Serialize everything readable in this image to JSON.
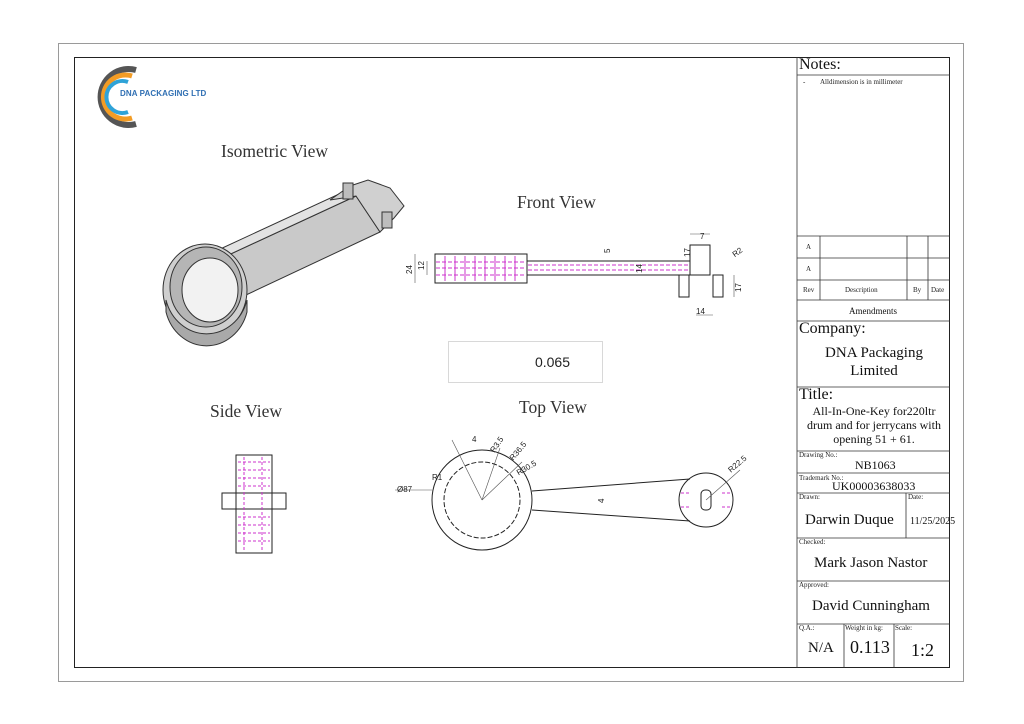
{
  "logo": {
    "text": "DNA PACKAGING LTD"
  },
  "views": {
    "isometric": "Isometric View",
    "front": "Front View",
    "side": "Side View",
    "top": "Top View"
  },
  "weight_display": "0.065",
  "dimensions": {
    "front": [
      "24",
      "12",
      "5",
      "14",
      "17",
      "7",
      "R2",
      "17",
      "14"
    ],
    "top": [
      "4",
      "R3.5",
      "R36.5",
      "R30.5",
      "R1",
      "Ø87",
      "4",
      "R22.5"
    ]
  },
  "title_block": {
    "notes_heading": "Notes:",
    "notes": [
      "-",
      "Alldimension is in millimeter"
    ],
    "revisions": [
      {
        "rev": "A",
        "description": "",
        "by": "",
        "date": ""
      },
      {
        "rev": "A",
        "description": "",
        "by": "",
        "date": ""
      }
    ],
    "rev_headers": {
      "rev": "Rev",
      "description": "Description",
      "by": "By",
      "date": "Date"
    },
    "amendments": "Amendments",
    "company_heading": "Company:",
    "company_line1": "DNA Packaging",
    "company_line2": "Limited",
    "title_heading": "Title:",
    "title_line1": "All-In-One-Key for220ltr",
    "title_line2": "drum and for jerrycans with",
    "title_line3": "opening 51 + 61.",
    "drawing_no_label": "Drawing No.:",
    "drawing_no": "NB1063",
    "trademark_label": "Trademark No.:",
    "trademark": "UK00003638033",
    "drawn_label": "Drawn:",
    "drawn": "Darwin Duque",
    "date_label": "Date:",
    "date": "11/25/2025",
    "checked_label": "Checked:",
    "checked": "Mark Jason Nastor",
    "approved_label": "Approved:",
    "approved": "David Cunningham",
    "qa_label": "Q.A.:",
    "qa": "N/A",
    "weight_label": "Weight in kg:",
    "weight": "0.113",
    "scale_label": "Scale:",
    "scale": "1:2"
  }
}
